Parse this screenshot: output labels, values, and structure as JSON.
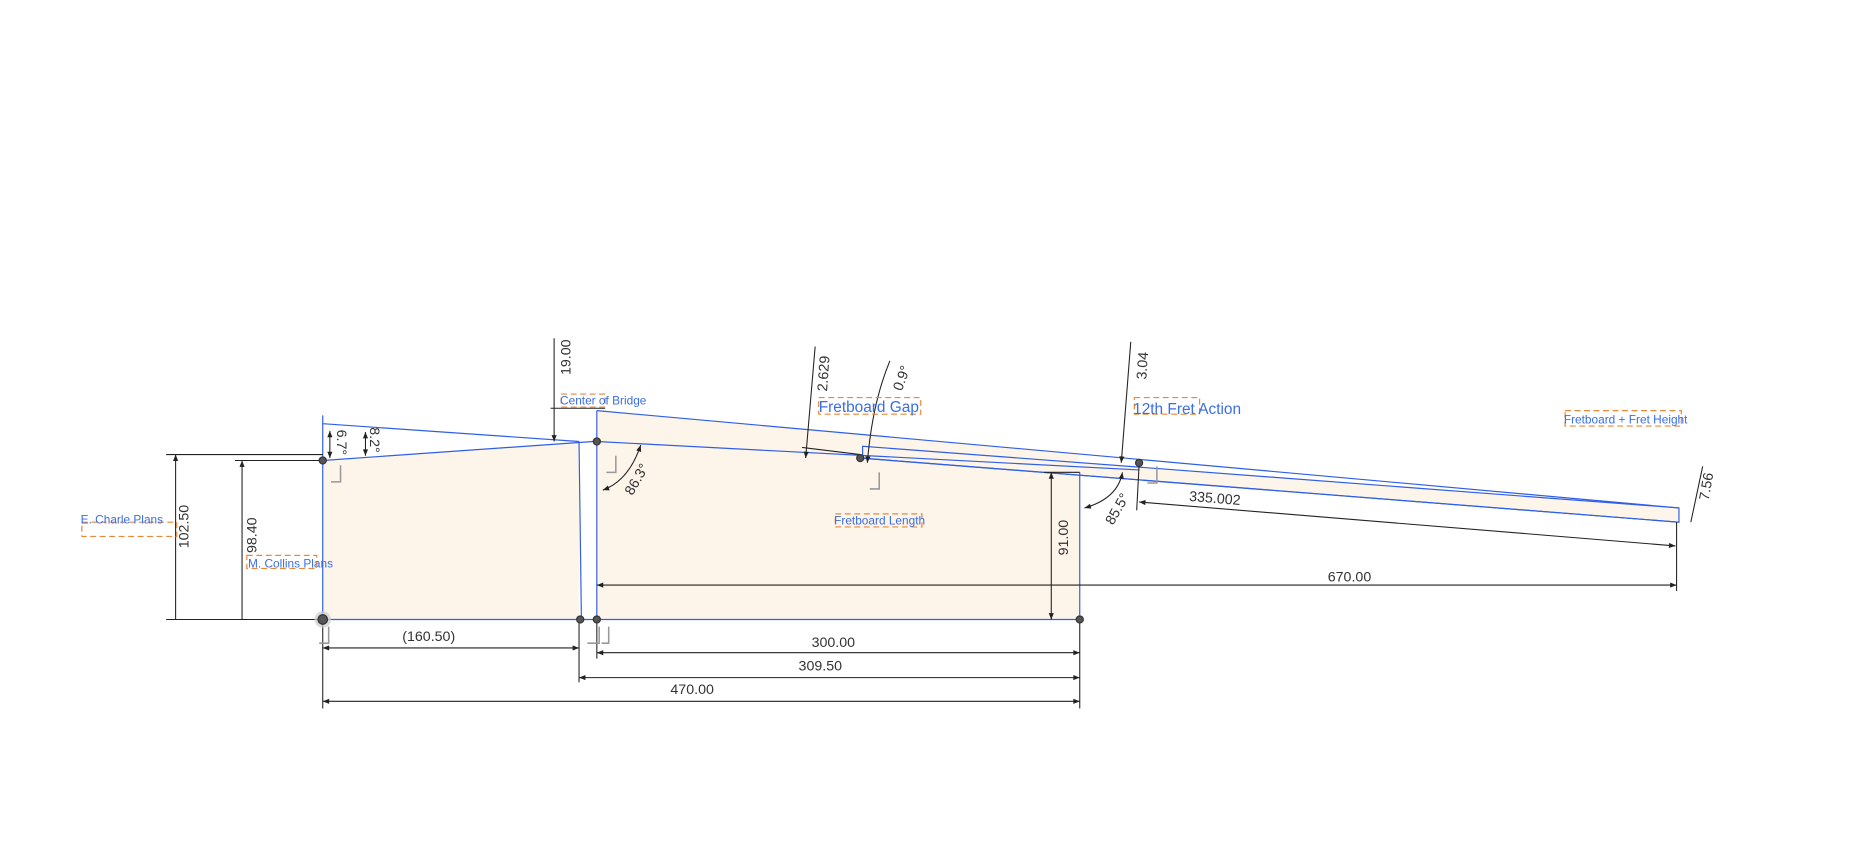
{
  "sketch": {
    "fill_color": "#fdf5ea",
    "line_color": "#2f5fe6",
    "label_color": "#3a6ee8",
    "label_box_color": "#e8893a",
    "labels": {
      "e_charle_plans": "E. Charle Plans",
      "m_collins_plans": "M. Collins Plans",
      "center_of_bridge": "Center of Bridge",
      "fretboard_gap": "Fretboard Gap",
      "twelfth_fret_action": "12th Fret Action",
      "fretboard_fret_height": "Fretboard + Fret Height",
      "fretboard_length": "Fretboard Length"
    },
    "dimensions": {
      "d_102_50": "102.50",
      "d_98_40": "98.40",
      "d_19_00": "19.00",
      "d_6_7": "6.7°",
      "d_8_2": "8.2°",
      "d_86_3": "86.3°",
      "d_2_629": "2.629",
      "d_0_9": "0.9°",
      "d_3_04": "3.04",
      "d_85_5": "85.5°",
      "d_335_002": "335.002",
      "d_7_56": "7.56",
      "d_91_00": "91.00",
      "d_670_00": "670.00",
      "d_160_50": "(160.50)",
      "d_300_00": "300.00",
      "d_309_50": "309.50",
      "d_470_00": "470.00"
    }
  }
}
